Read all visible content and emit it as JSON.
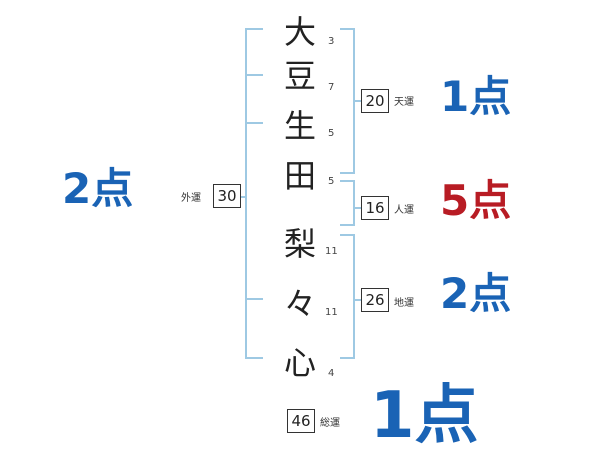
{
  "name_chars": [
    {
      "char": "大",
      "strokes": "3"
    },
    {
      "char": "豆",
      "strokes": "7"
    },
    {
      "char": "生",
      "strokes": "5"
    },
    {
      "char": "田",
      "strokes": "5"
    },
    {
      "char": "梨",
      "strokes": "11"
    },
    {
      "char": "々",
      "strokes": "11"
    },
    {
      "char": "心",
      "strokes": "4"
    }
  ],
  "fortunes": {
    "tenkaku": {
      "label": "天運",
      "value": "20",
      "score": "1点",
      "color": "#1a63b5"
    },
    "jinkaku": {
      "label": "人運",
      "value": "16",
      "score": "5点",
      "color": "#b81c24"
    },
    "chikaku": {
      "label": "地運",
      "value": "26",
      "score": "2点",
      "color": "#1a63b5"
    },
    "gaikaku": {
      "label": "外運",
      "value": "30",
      "score": "2点",
      "color": "#1a63b5"
    },
    "soukaku": {
      "label": "総運",
      "value": "46",
      "score": "1点",
      "color": "#1a63b5"
    }
  }
}
